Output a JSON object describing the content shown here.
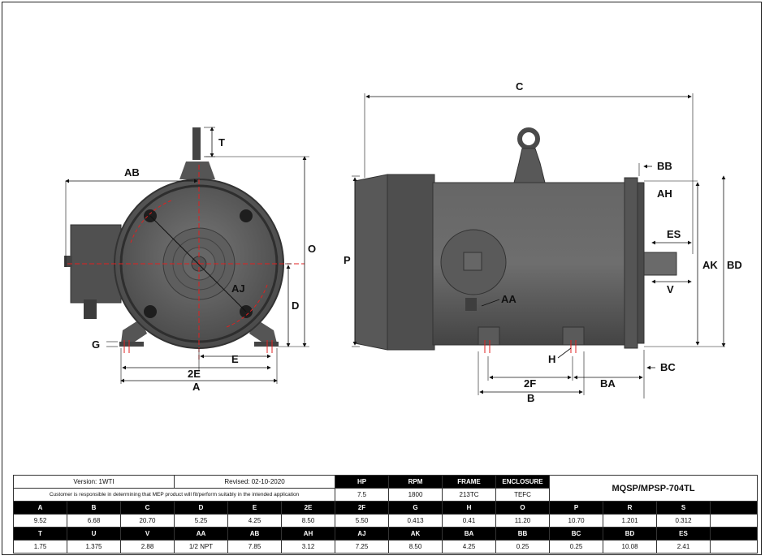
{
  "dimension_labels": {
    "front": [
      "AB",
      "T",
      "O",
      "AJ",
      "D",
      "G",
      "E",
      "2E",
      "A"
    ],
    "side": [
      "C",
      "P",
      "BB",
      "AH",
      "ES",
      "AK",
      "BD",
      "V",
      "AA",
      "H",
      "BC",
      "2F",
      "BA",
      "B"
    ]
  },
  "title_block": {
    "version": "Version: 1WTI",
    "revised": "Revised: 02-10-2020",
    "note": "Customer is responsible in determining that MEP product will fit/perform suitably in the intended application",
    "summary_headers": [
      "HP",
      "RPM",
      "FRAME",
      "ENCLOSURE"
    ],
    "summary_values": [
      "7.5",
      "1800",
      "213TC",
      "TEFC"
    ],
    "model": "MQSP/MPSP-704TL",
    "row1_headers": [
      "A",
      "B",
      "C",
      "D",
      "E",
      "2E",
      "2F",
      "G",
      "H",
      "O",
      "P",
      "R",
      "S"
    ],
    "row1_values": [
      "9.52",
      "6.68",
      "20.70",
      "5.25",
      "4.25",
      "8.50",
      "5.50",
      "0.413",
      "0.41",
      "11.20",
      "10.70",
      "1.201",
      "0.312"
    ],
    "row2_headers": [
      "T",
      "U",
      "V",
      "AA",
      "AB",
      "AH",
      "AJ",
      "AK",
      "BA",
      "BB",
      "BC",
      "BD",
      "ES"
    ],
    "row2_values": [
      "1.75",
      "1.375",
      "2.88",
      "1/2 NPT",
      "7.85",
      "3.12",
      "7.25",
      "8.50",
      "4.25",
      "0.25",
      "0.25",
      "10.08",
      "2.41"
    ]
  },
  "colors": {
    "motor_body": "#5d5d5d",
    "motor_dark": "#3a3a3a",
    "center_line": "#e02020",
    "header_bg": "#000000"
  }
}
